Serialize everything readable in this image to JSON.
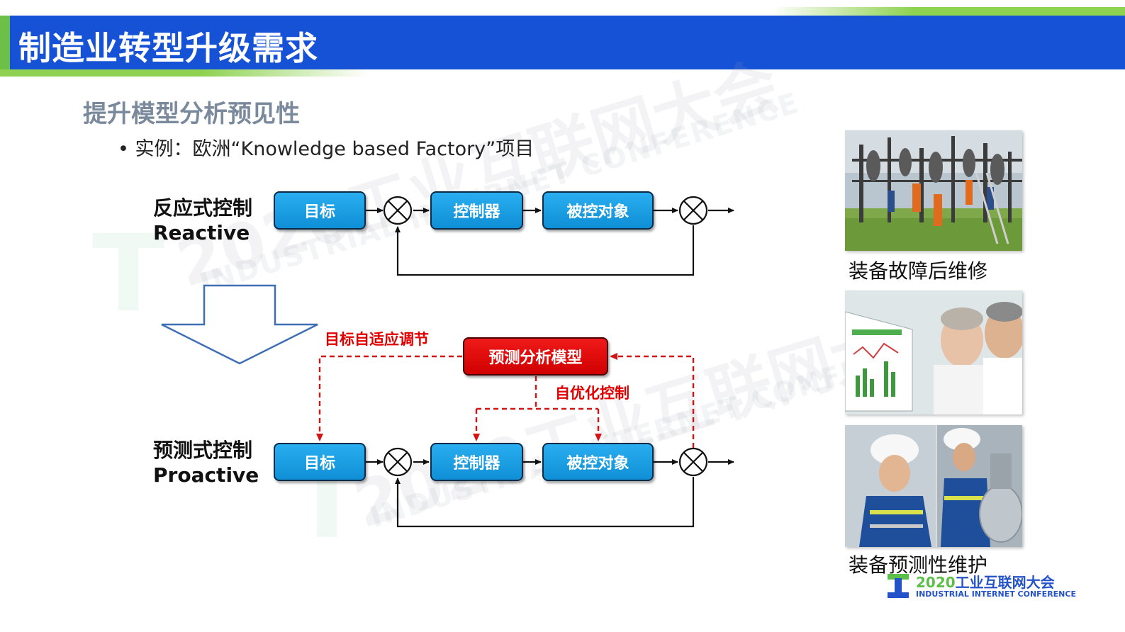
{
  "header": {
    "title": "制造业转型升级需求"
  },
  "section": {
    "subtitle": "提升模型分析预见性",
    "bullet": "• 实例：欧洲“Knowledge based Factory”项目"
  },
  "reactive": {
    "label_cn": "反应式控制",
    "label_en": "Reactive",
    "box_goal": "目标",
    "box_controller": "控制器",
    "box_plant": "被控对象"
  },
  "proactive": {
    "label_cn": "预测式控制",
    "label_en": "Proactive",
    "box_goal": "目标",
    "box_controller": "控制器",
    "box_plant": "被控对象",
    "model_box": "预测分析模型",
    "label_goal_adapt": "目标自适应调节",
    "label_self_opt": "自优化控制"
  },
  "photos": {
    "caption_top": "装备故障后维修",
    "caption_bottom": "装备预测性维护"
  },
  "watermark": {
    "line1": "2020工业互联网大会",
    "line2": "INDUSTRIAL INTERNET CONFERENCE"
  },
  "logo": {
    "year": "2020",
    "name": "工业互联网大会",
    "sub": "INDUSTRIAL INTERNET CONFERENCE"
  },
  "colors": {
    "banner": "#1652d6",
    "accent_green": "#8fd252",
    "box_blue": "#1a9fe4",
    "box_red": "#e60000",
    "dashed_red": "#d41414"
  }
}
